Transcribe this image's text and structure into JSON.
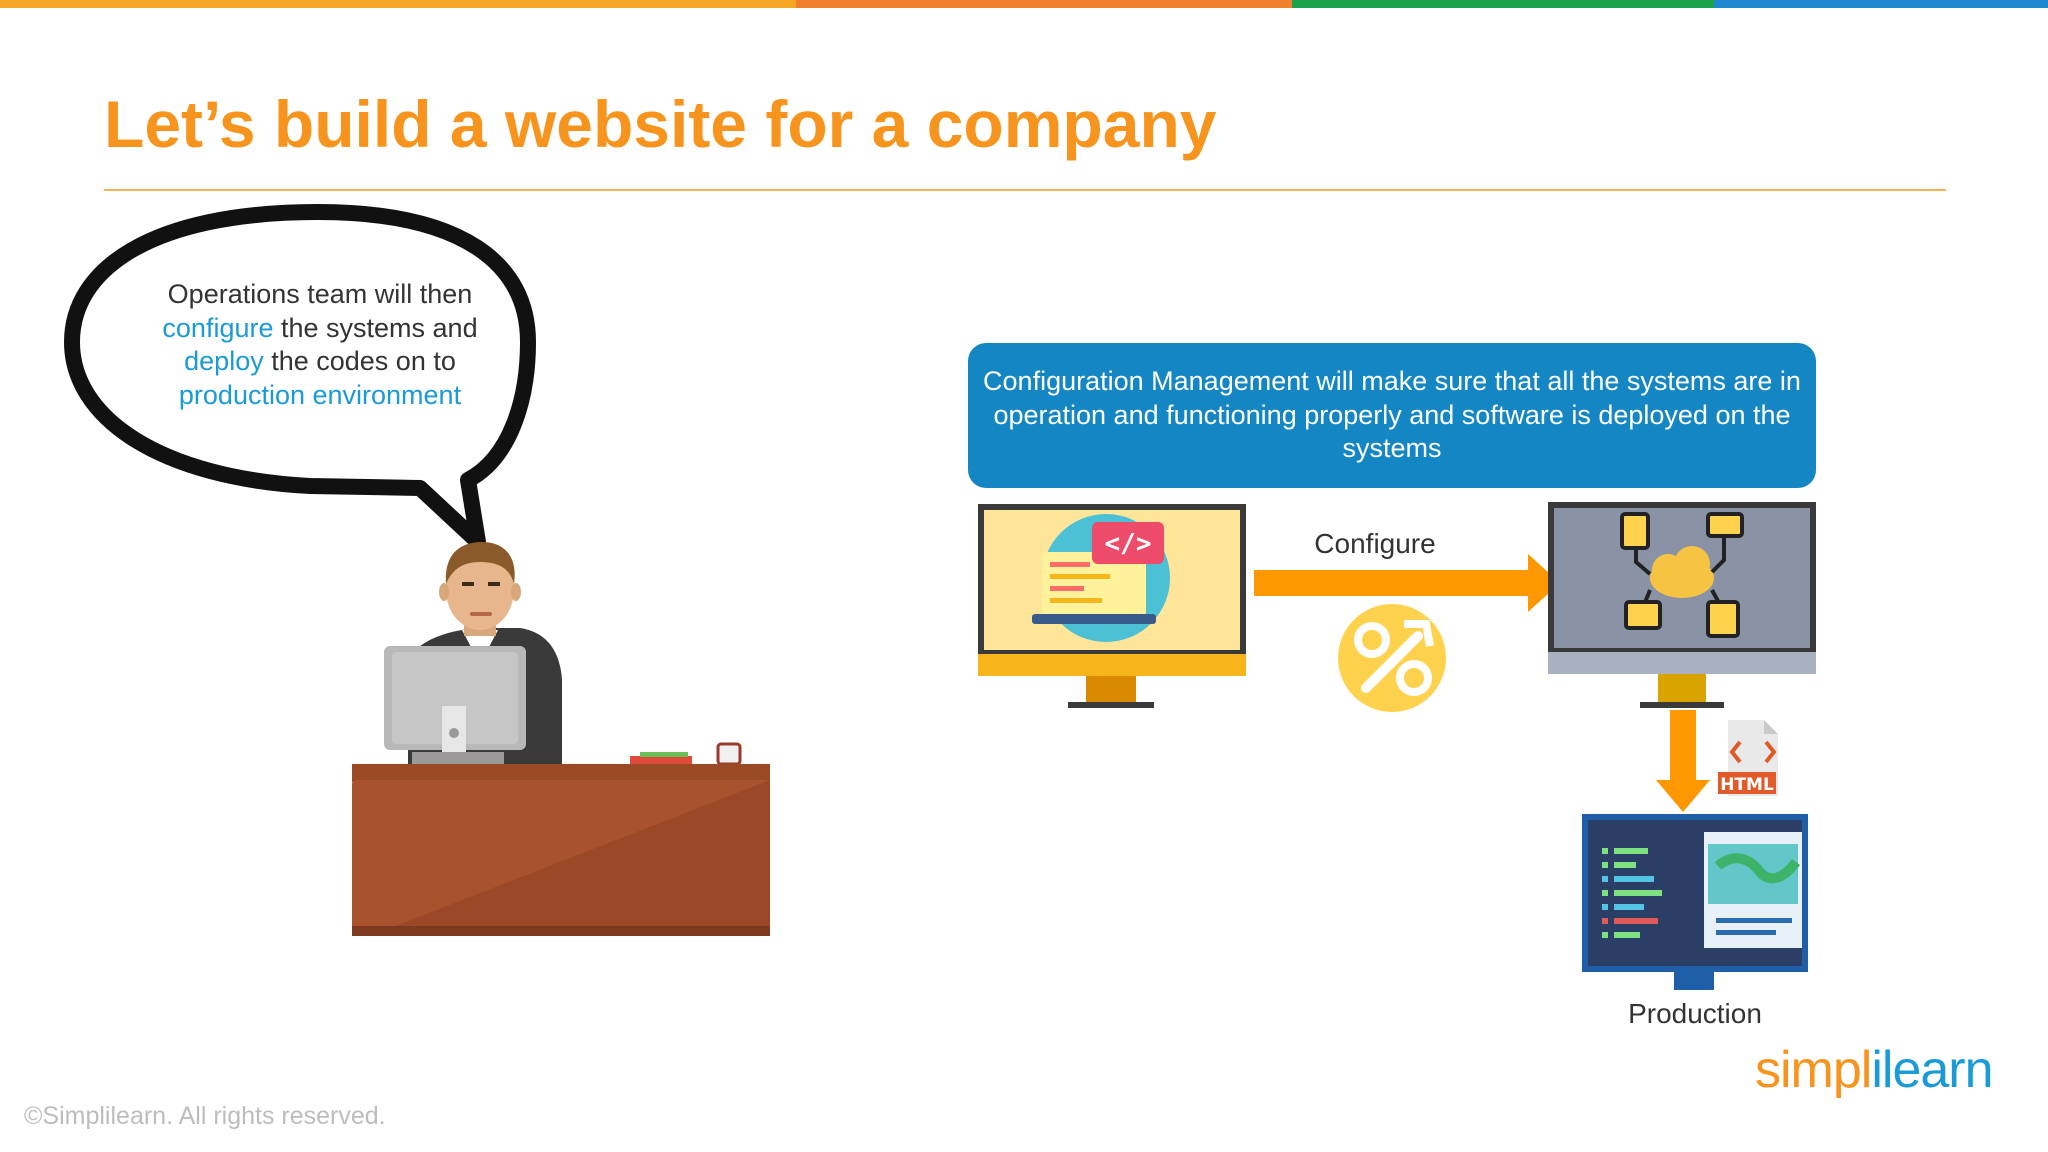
{
  "slide": {
    "title": "Let’s build a website for a company",
    "speech_bubble": {
      "line1": "Operations team will then",
      "word_configure": "configure",
      "line2_rest": " the systems and",
      "word_deploy": "deploy",
      "line3_rest": " the codes on to",
      "line4": "production environment"
    },
    "info_box": "Configuration Management will make sure that all the systems are in operation and functioning properly and software is deployed on the systems",
    "configure_label": "Configure",
    "production_label": "Production",
    "html_badge": "HTML",
    "footer": "©Simplilearn. All rights reserved.",
    "logo": {
      "part1": "simpl",
      "part2": "i",
      "part3": "learn"
    }
  },
  "colors": {
    "accent_orange": "#f7941d",
    "stripe_yellow": "#f5a623",
    "stripe_orange": "#f07f2e",
    "stripe_green": "#1aa34a",
    "stripe_blue": "#1e88d0",
    "info_blue": "#1386c3",
    "highlight_blue": "#1a9bd7"
  },
  "icons": [
    "speech-bubble",
    "developer-at-desk",
    "code-laptop-monitor",
    "network-monitor",
    "wrench-gear-icon",
    "html-file-icon",
    "production-monitor",
    "right-arrow",
    "down-arrow"
  ]
}
